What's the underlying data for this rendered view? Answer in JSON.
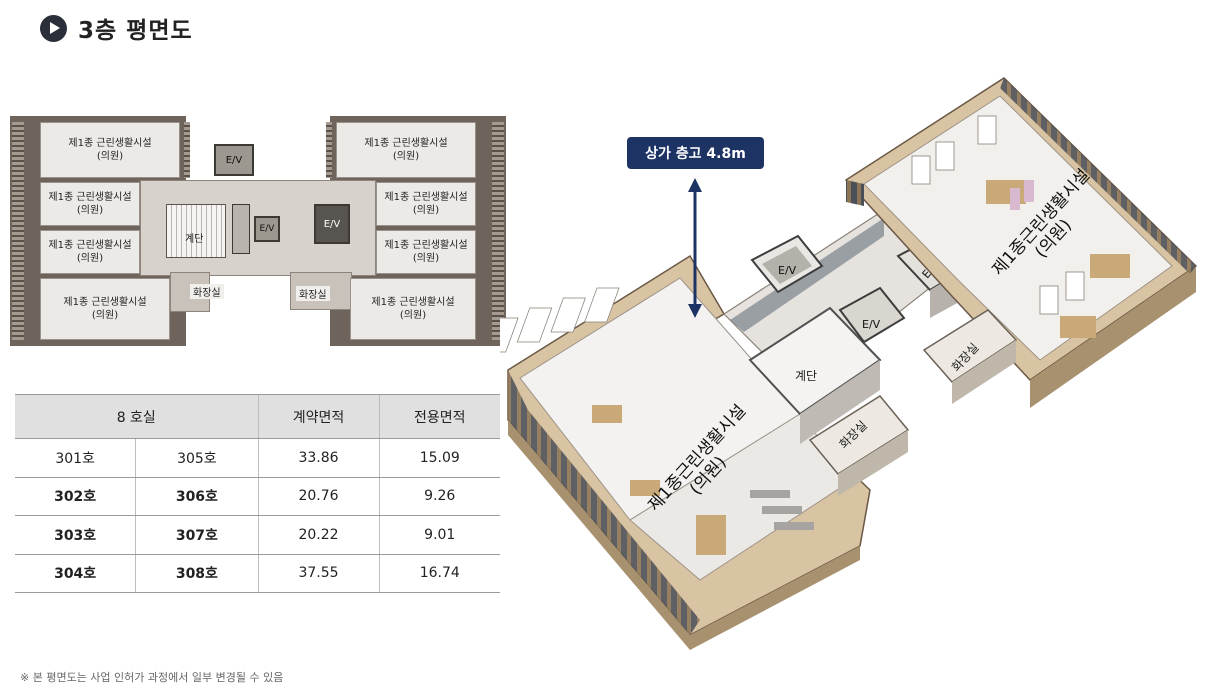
{
  "title": "3층  평면도",
  "plan": {
    "room_label_line1": "제1종 근린생활시설",
    "room_label_line2": "(의원)",
    "ev_label": "E/V",
    "stair_label": "계단",
    "restroom_label": "화장실"
  },
  "table": {
    "header_rooms": "8  호실",
    "header_contract": "계약면적",
    "header_exclusive": "전용면적",
    "rows": [
      {
        "a": "301호",
        "b": "305호",
        "contract": "33.86",
        "exclusive": "15.09"
      },
      {
        "a": "302호",
        "b": "306호",
        "contract": "20.76",
        "exclusive": "9.26"
      },
      {
        "a": "303호",
        "b": "307호",
        "contract": "20.22",
        "exclusive": "9.01"
      },
      {
        "a": "304호",
        "b": "308호",
        "contract": "37.55",
        "exclusive": "16.74"
      }
    ]
  },
  "iso": {
    "height_badge": "상가 층고 4.8m",
    "clinic_label_line1": "제1종근린생활시설",
    "clinic_label_line2": "(의원)",
    "ev_label": "E/V",
    "stair_label": "계단",
    "restroom_label": "화장실"
  },
  "footnote": "※ 본 평면도는 사업 인허가 과정에서 일부 변경될 수 있음",
  "colors": {
    "title_icon": "#2a2f3a",
    "badge": "#1c3364",
    "table_header": "#e0e0e0",
    "arrow": "#1c3364"
  }
}
